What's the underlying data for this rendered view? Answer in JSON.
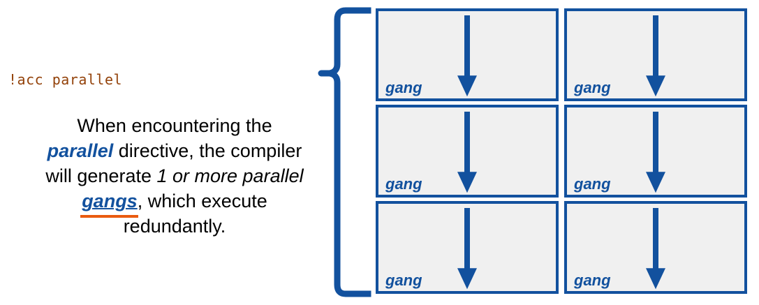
{
  "slide": {
    "directive_code": "!acc parallel",
    "description": {
      "segments": [
        {
          "text": "When encountering the ",
          "style": "normal"
        },
        {
          "text": "parallel",
          "style": "keyword"
        },
        {
          "text": " directive, the compiler will generate ",
          "style": "normal"
        },
        {
          "text": "1 or more parallel ",
          "style": "emphasis"
        },
        {
          "text": "gangs",
          "style": "keyword-underline"
        },
        {
          "text": ", which execute redundantly.",
          "style": "normal"
        }
      ],
      "plain_text": "When encountering the parallel directive, the compiler will generate 1 or more parallel gangs, which execute redundantly."
    },
    "brace": {
      "name": "left-curly-brace",
      "orientation": "left",
      "color": "#12519e"
    },
    "grid": {
      "columns": 2,
      "rows": 3,
      "cell_fill": "#f0f0f0",
      "cell_border": "#12519e",
      "cells": [
        {
          "label": "gang",
          "arrow": "down-arrow-icon"
        },
        {
          "label": "gang",
          "arrow": "down-arrow-icon"
        },
        {
          "label": "gang",
          "arrow": "down-arrow-icon"
        },
        {
          "label": "gang",
          "arrow": "down-arrow-icon"
        },
        {
          "label": "gang",
          "arrow": "down-arrow-icon"
        },
        {
          "label": "gang",
          "arrow": "down-arrow-icon"
        }
      ]
    },
    "colors": {
      "accent_blue": "#12519e",
      "code_brown": "#93420a",
      "highlight_orange": "#ea5b10",
      "cell_gray": "#f0f0f0",
      "text_black": "#000000"
    }
  }
}
